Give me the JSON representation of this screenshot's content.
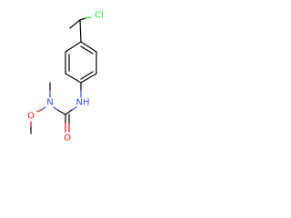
{
  "molecule": {
    "colors": {
      "bond": "#000000",
      "chlorine": "#1ff01f",
      "nitrogen": "#3050f8",
      "oxygen": "#ff0d0d"
    },
    "atom_labels": {
      "chlorine": "Cl",
      "amide_nitrogen": "NH",
      "methyl_nitrogen": "N",
      "carbonyl_oxygen": "O",
      "methoxy_oxygen": "O"
    }
  }
}
